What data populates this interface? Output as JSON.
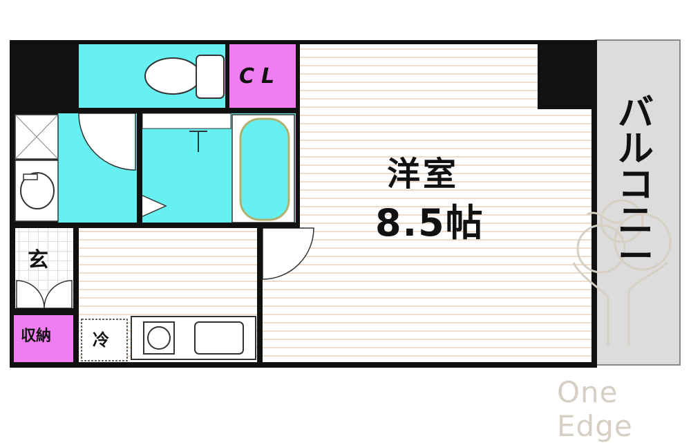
{
  "plan": {
    "room_main_name": "洋室",
    "room_main_size": "8.5帖",
    "closet_label": "CL",
    "entrance_label": "玄",
    "storage_label": "収納",
    "fridge_label": "冷",
    "balcony_label": "バルコニー"
  },
  "watermark": {
    "text": "One Edge"
  },
  "colors": {
    "wall": "#111111",
    "water_area": "#66f0f2",
    "closet": "#f07ef2",
    "balcony_floor": "#dcdcdc",
    "floor": "#ffffff",
    "floor_line": "#c8a07a",
    "fixture_edge": "#b0b070"
  }
}
